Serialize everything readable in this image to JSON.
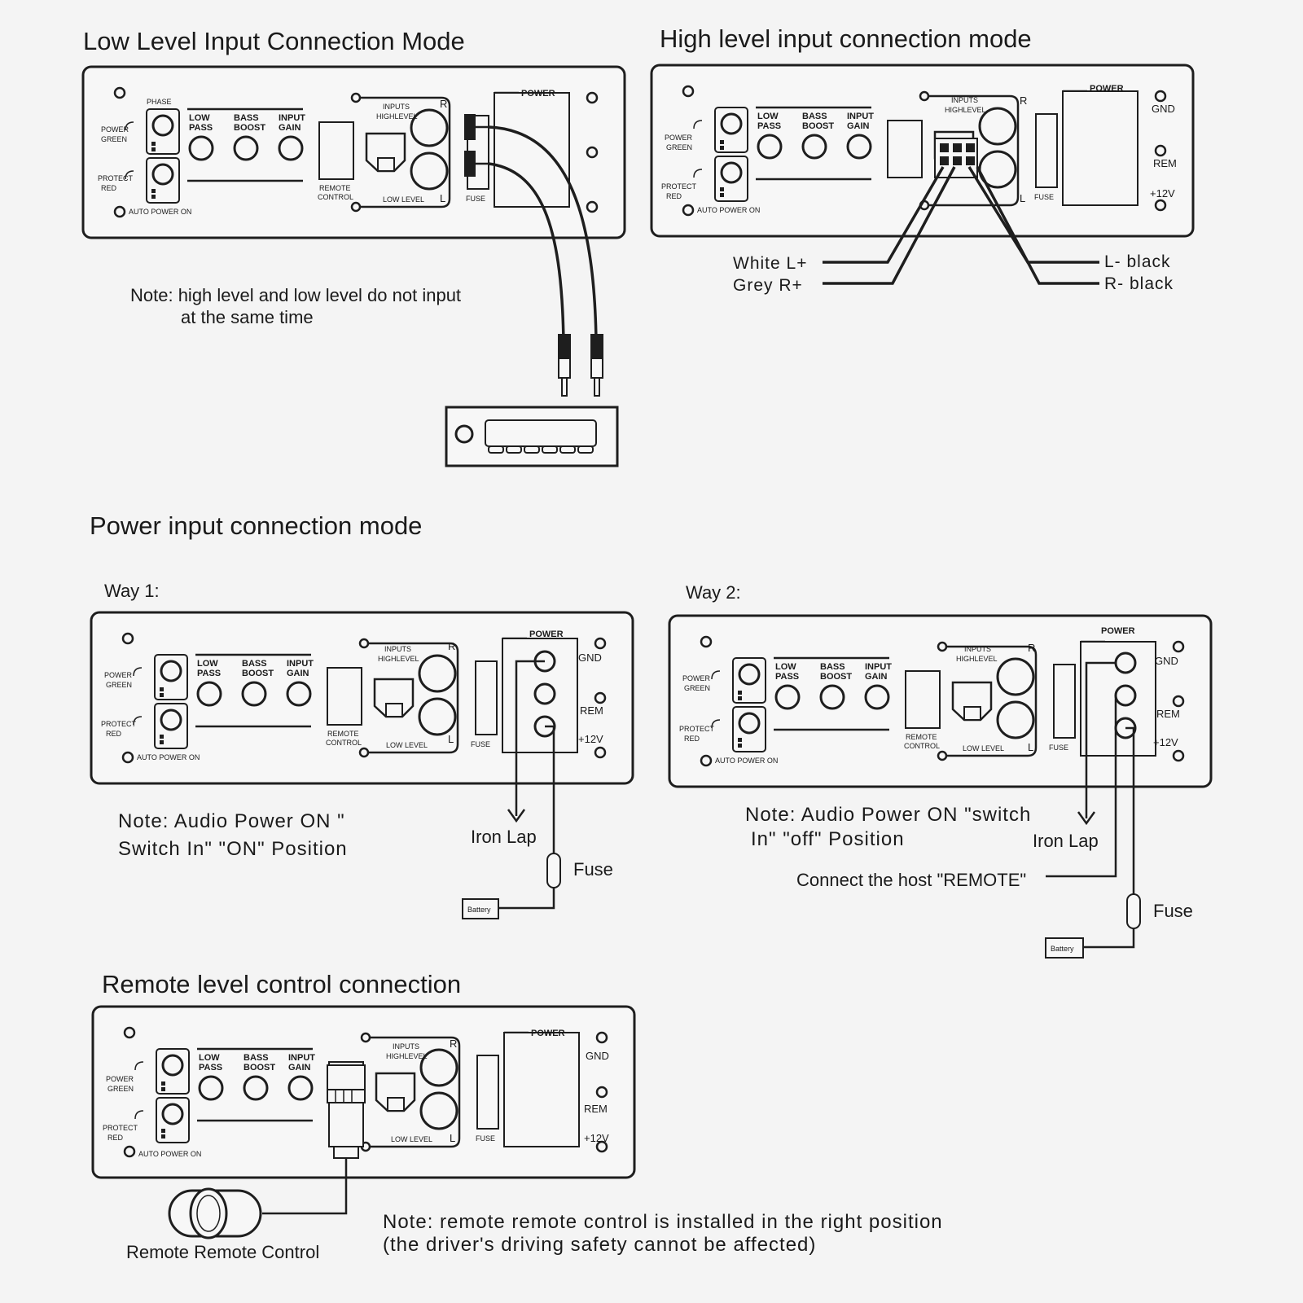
{
  "titles": {
    "low_level": "Low Level Input Connection Mode",
    "high_level": "High level input connection mode",
    "power": "Power input connection mode",
    "remote": "Remote level control connection"
  },
  "panel_labels": {
    "phase": "PHASE",
    "power_green_1": "POWER",
    "power_green_2": "GREEN",
    "protect_red_1": "PROTECT",
    "protect_red_2": "RED",
    "auto_power_on": "AUTO POWER ON",
    "low_pass_1": "LOW",
    "low_pass_2": "PASS",
    "bass_boost_1": "BASS",
    "bass_boost_2": "BOOST",
    "input_gain_1": "INPUT",
    "input_gain_2": "GAIN",
    "remote_control_1": "REMOTE",
    "remote_control_2": "CONTROL",
    "inputs_1": "INPUTS",
    "inputs_2": "HIGHLEVEL",
    "low_level": "LOW  LEVEL",
    "r": "R",
    "l": "L",
    "fuse": "FUSE",
    "power": "POWER",
    "gnd": "GND",
    "rem": "REM",
    "v12": "+12V"
  },
  "low_level": {
    "note_line1": "Note: high level and low level do not input",
    "note_line2": "at the same time"
  },
  "high_level": {
    "white": "White L+",
    "grey": "Grey R+",
    "l_black": "L- black",
    "r_black": "R- black"
  },
  "power_mode": {
    "way1": "Way 1:",
    "way2": "Way 2:",
    "way1_note_line1": "Note: Audio Power ON \"",
    "way1_note_line2": "Switch In\" \"ON\" Position",
    "way2_note_line1": "Note: Audio Power ON \"switch",
    "way2_note_line2": "In\" \"off\" Position",
    "iron_lap": "Iron Lap",
    "fuse": "Fuse",
    "battery": "Battery",
    "connect_remote": "Connect the host \"REMOTE\""
  },
  "remote_mode": {
    "device_label": "Remote Remote Control",
    "note_line1": "Note: remote remote control is installed in the right position",
    "note_line2": "(the driver's driving safety cannot be affected)"
  }
}
